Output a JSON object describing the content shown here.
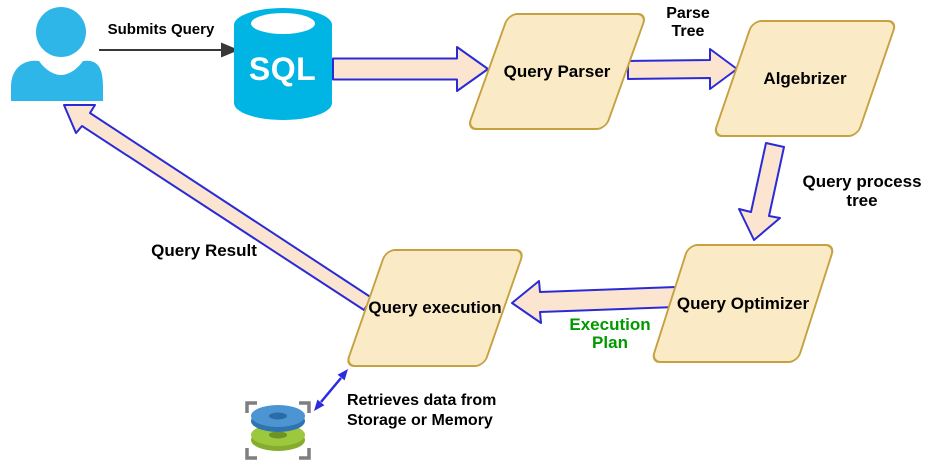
{
  "diagram": {
    "type": "flowchart",
    "subject": "SQL query processing",
    "database": {
      "label": "SQL"
    },
    "nodes": [
      {
        "id": "query-parser",
        "label": "Query Parser",
        "shape": "parallelogram"
      },
      {
        "id": "algebrizer",
        "label": "Algebrizer",
        "shape": "parallelogram"
      },
      {
        "id": "query-optimizer",
        "label": "Query Optimizer",
        "shape": "parallelogram"
      },
      {
        "id": "query-execution",
        "label": "Query execution",
        "shape": "parallelogram"
      }
    ],
    "edges": [
      {
        "from": "user",
        "to": "sql-database",
        "label": "Submits Query",
        "style": "thin-black-arrow"
      },
      {
        "from": "sql-database",
        "to": "query-parser",
        "label": "",
        "style": "block-arrow"
      },
      {
        "from": "query-parser",
        "to": "algebrizer",
        "label": "Parse Tree",
        "style": "block-arrow"
      },
      {
        "from": "algebrizer",
        "to": "query-optimizer",
        "label": "Query process tree",
        "style": "block-arrow"
      },
      {
        "from": "query-optimizer",
        "to": "query-execution",
        "label": "Execution Plan",
        "label_color": "#009A00",
        "style": "block-arrow"
      },
      {
        "from": "query-execution",
        "to": "user",
        "label": "Query Result",
        "style": "block-arrow"
      },
      {
        "from": "query-execution",
        "to": "storage",
        "label": "Retrieves data from Storage or Memory",
        "style": "double-thin-arrow"
      }
    ],
    "icons": {
      "user": "person-icon",
      "database": "database-cylinder-icon",
      "storage": "storage-disks-icon"
    },
    "colors": {
      "node_fill": "#FAEBC6",
      "node_border": "#C6A140",
      "arrow_fill": "#FBE5D1",
      "arrow_stroke": "#2B2BD5",
      "thin_arrow": "#383838",
      "double_arrow": "#2B2BE0",
      "execution_plan_green": "#009A00",
      "database_cyan": "#00B4E4",
      "user_cyan": "#2FB6E8",
      "disk_blue": "#4C95D2",
      "disk_green": "#9CC83D",
      "bracket_gray": "#7F7F7F"
    }
  }
}
